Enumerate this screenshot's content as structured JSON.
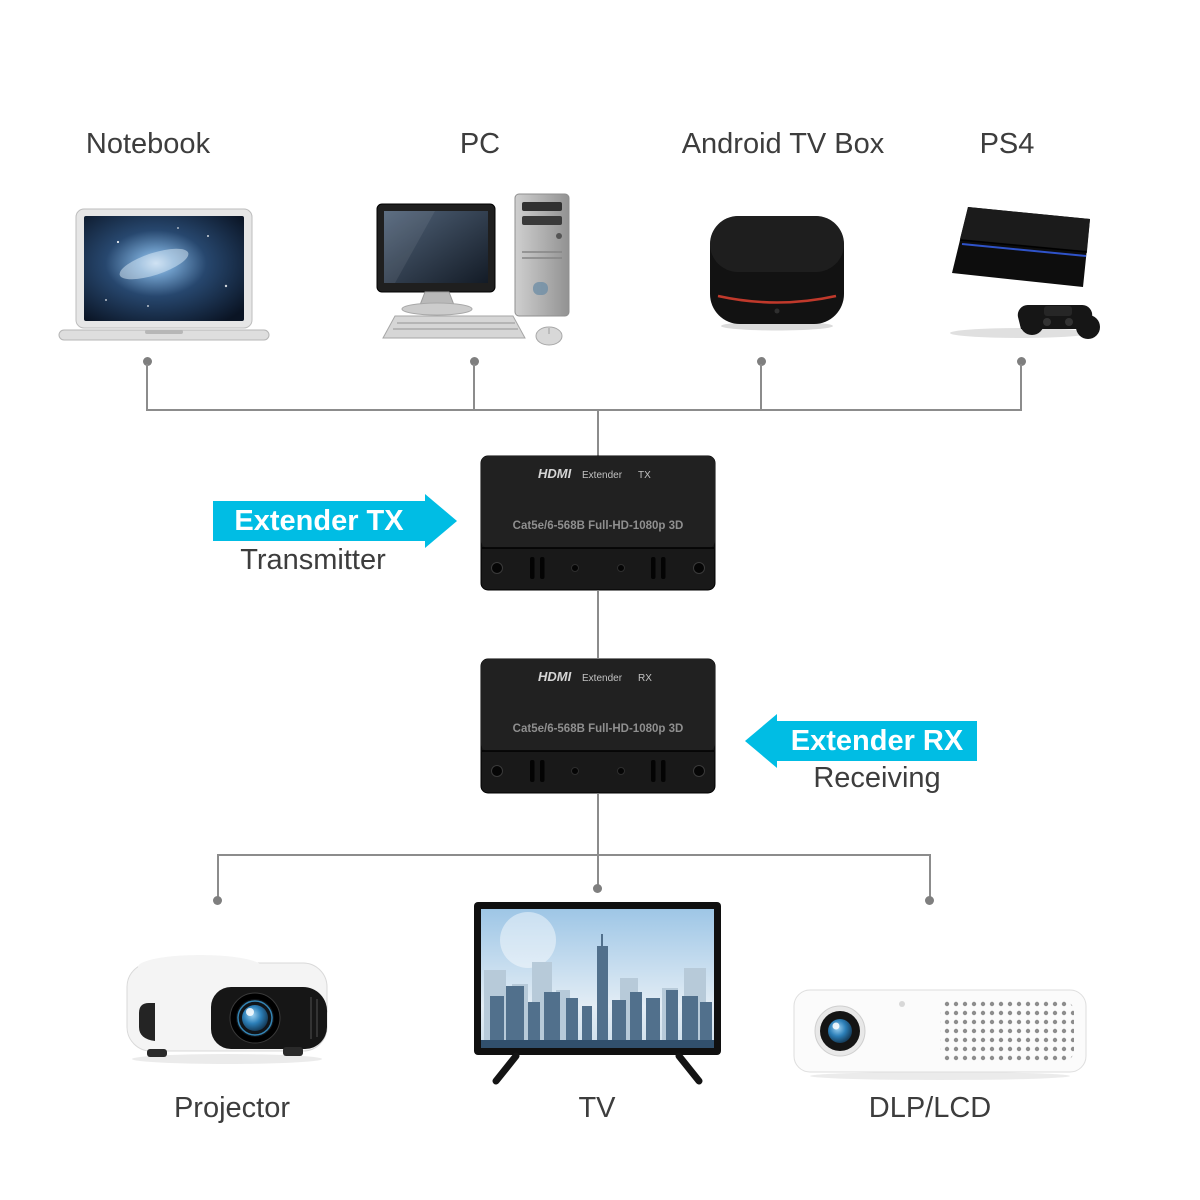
{
  "colors": {
    "accent": "#00bde4",
    "line": "#8c8c8c",
    "text": "#3d3d3d"
  },
  "sources": [
    {
      "id": "notebook",
      "label": "Notebook"
    },
    {
      "id": "pc",
      "label": "PC"
    },
    {
      "id": "android-tv-box",
      "label": "Android TV Box"
    },
    {
      "id": "ps4",
      "label": "PS4"
    }
  ],
  "extenders": {
    "tx": {
      "callout": "Extender TX",
      "caption": "Transmitter",
      "box_brand": "HDMI",
      "box_model": "Extender",
      "box_port": "TX",
      "box_spec": "Cat5e/6-568B Full-HD-1080p 3D"
    },
    "rx": {
      "callout": "Extender RX",
      "caption": "Receiving",
      "box_brand": "HDMI",
      "box_model": "Extender",
      "box_port": "RX",
      "box_spec": "Cat5e/6-568B Full-HD-1080p 3D"
    }
  },
  "sinks": [
    {
      "id": "projector",
      "label": "Projector"
    },
    {
      "id": "tv",
      "label": "TV"
    },
    {
      "id": "dlp-lcd",
      "label": "DLP/LCD"
    }
  ]
}
